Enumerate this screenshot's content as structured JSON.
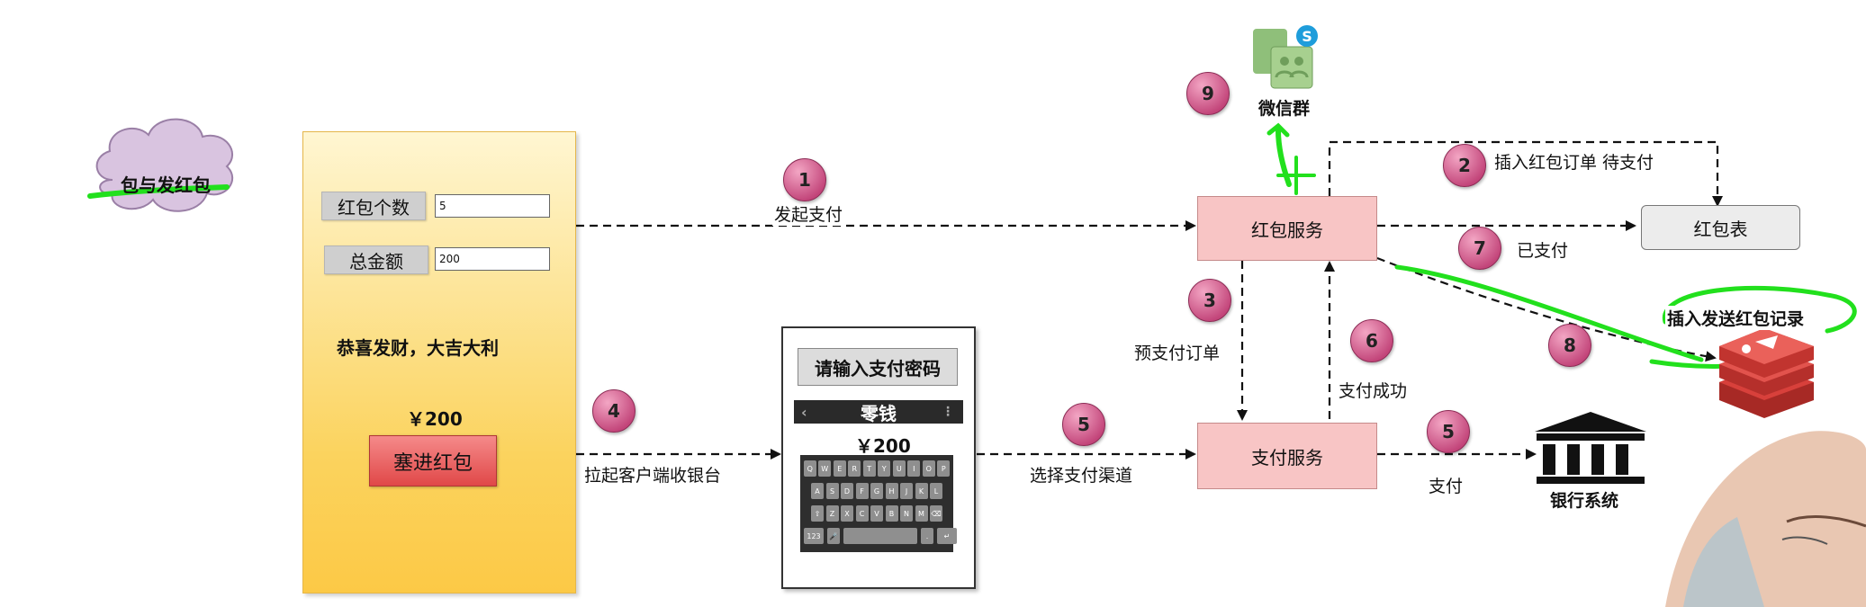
{
  "cloud": {
    "label": "包与发红包"
  },
  "form": {
    "count_label": "红包个数",
    "count_value": "5",
    "total_label": "总金额",
    "total_value": "200",
    "greeting": "恭喜发财，大吉大利",
    "amount": "￥200",
    "submit_label": "塞进红包"
  },
  "phone": {
    "password_button": "请输入支付密码",
    "title": "零钱",
    "amount": "￥200",
    "keyboard": {
      "row1": [
        "Q",
        "W",
        "E",
        "R",
        "T",
        "Y",
        "U",
        "I",
        "O",
        "P"
      ],
      "row2": [
        "A",
        "S",
        "D",
        "F",
        "G",
        "H",
        "J",
        "K",
        "L"
      ],
      "row3": [
        "⇧",
        "Z",
        "X",
        "C",
        "V",
        "B",
        "N",
        "M",
        "⌫"
      ],
      "row4": [
        "123",
        "🎤",
        "",
        ".",
        "↵"
      ]
    }
  },
  "nodes": {
    "hongbao_service": "红包服务",
    "payment_service": "支付服务",
    "hongbao_table": "红包表",
    "wechat_group": "微信群",
    "bank_system": "银行系统",
    "redis_label": "插入发送红包记录"
  },
  "steps": [
    "1",
    "2",
    "3",
    "4",
    "5",
    "5",
    "6",
    "7",
    "8",
    "9"
  ],
  "edges": {
    "e1": "发起支付",
    "e2": "插入红包订单 待支付",
    "e3": "预支付订单",
    "e4": "拉起客户端收银台",
    "e5a": "选择支付渠道",
    "e5b": "支付",
    "e6": "支付成功",
    "e7": "已支付"
  },
  "icons": {
    "wechat": "wechat-group-icon",
    "skype": "skype-icon",
    "bank": "bank-icon",
    "redis": "redis-icon",
    "cloud": "cloud-shape"
  },
  "colors": {
    "service_fill": "#f8c5c5",
    "step_fill": "#c24479",
    "highlight_green": "#22e01d",
    "panel_fill": "#fbd35e",
    "redis_red": "#c9302c"
  }
}
